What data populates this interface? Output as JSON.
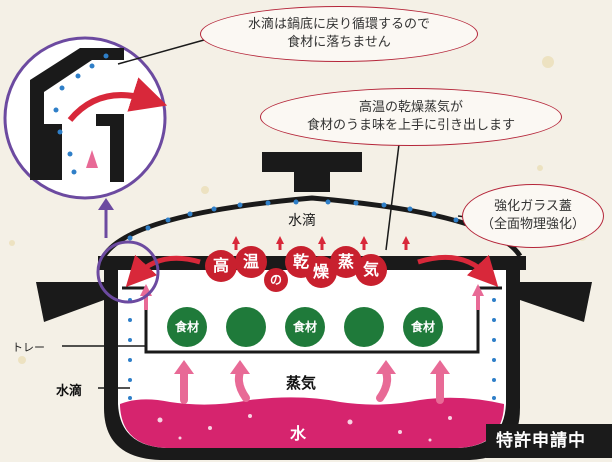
{
  "callouts": {
    "water_return_line1": "水滴は鍋底に戻り循環するので",
    "water_return_line2": "食材に落ちません",
    "steam_line1": "高温の乾燥蒸気が",
    "steam_line2": "食材のうま味を上手に引き出します",
    "glass_line1": "強化ガラス蓋",
    "glass_line2": "（全面物理強化）"
  },
  "lid_label": "水滴",
  "steam_chars": [
    "高",
    "温",
    "の",
    "乾",
    "燥",
    "蒸",
    "気"
  ],
  "tray_label": "トレー",
  "side_water_label": "水滴",
  "ingredient_label": "食材",
  "steam_label": "蒸気",
  "water_label": "水",
  "patent_label": "特許申請中",
  "colors": {
    "accent_red": "#c8202e",
    "magenta_water": "#d6246e",
    "drop_blue": "#2f7fc8",
    "green_food": "#1f7a3a",
    "purple_zoom": "#6c4aa0",
    "pot_black": "#1a1a1a"
  }
}
